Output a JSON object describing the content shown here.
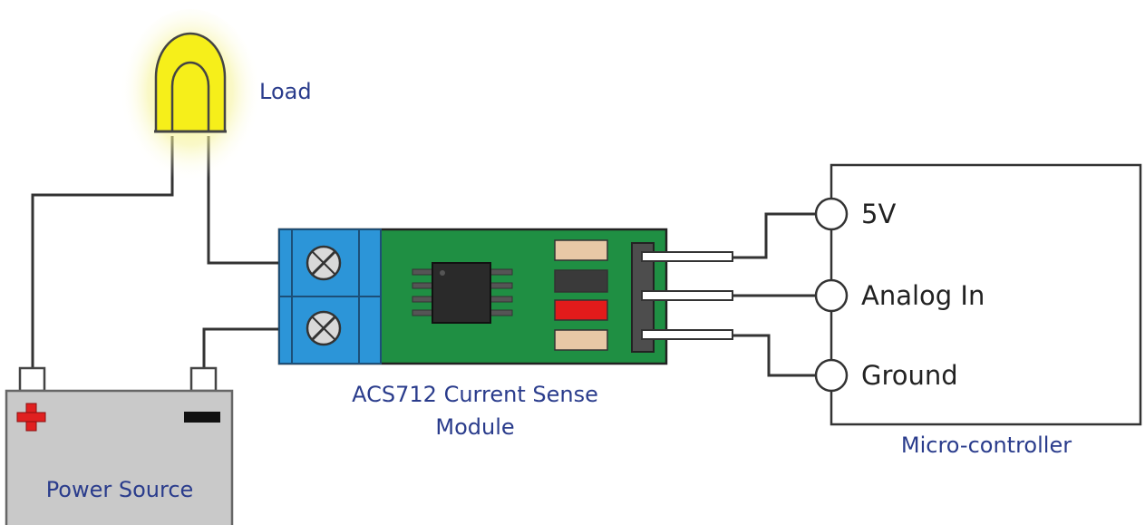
{
  "labels": {
    "load": "Load",
    "sensor_module_line1": "ACS712 Current Sense",
    "sensor_module_line2": "Module",
    "power_source": "Power Source",
    "microcontroller": "Micro-controller"
  },
  "pins": {
    "vcc": "5V",
    "analog": "Analog In",
    "ground": "Ground"
  },
  "symbols": {
    "positive": "+",
    "negative": "-"
  },
  "colors": {
    "bulb_yellow": "#f6ef1a",
    "bulb_glow": "#f2ee6c",
    "pcb_green": "#1f8f43",
    "terminal_blue": "#2c95d8",
    "battery_gray": "#c9c9c9",
    "plus_red": "#e02020",
    "label_blue": "#2a3c8c"
  }
}
